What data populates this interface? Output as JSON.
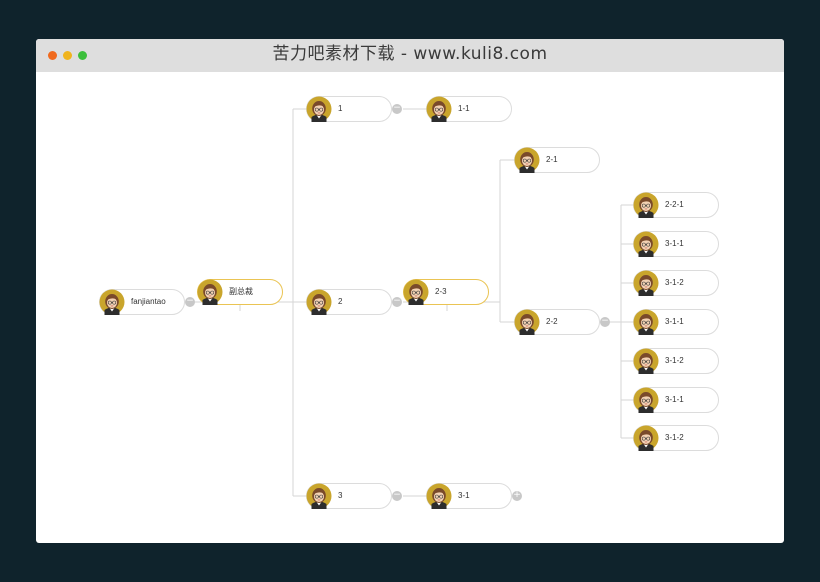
{
  "window": {
    "title": "苦力吧素材下载 - www.kuli8.com"
  },
  "icons": {
    "avatar": "user-avatar-icon",
    "collapse": "collapse-minus-icon",
    "expand": "expand-plus-icon"
  },
  "colors": {
    "highlight_border": "#eac453",
    "node_border": "#dcdcdc",
    "toggle": "#c8c8c8",
    "page_bg": "#0f232c"
  },
  "org": {
    "root": {
      "label": "fanjiantao",
      "toggle": "−"
    },
    "assistant": {
      "label": "副总裁"
    },
    "n1": {
      "label": "1",
      "toggle": "−"
    },
    "n1_1": {
      "label": "1-1"
    },
    "n2": {
      "label": "2",
      "toggle": "−"
    },
    "n2_3": {
      "label": "2-3"
    },
    "n2_1": {
      "label": "2-1"
    },
    "n2_2": {
      "label": "2-2",
      "toggle": "−"
    },
    "n2_2_children": [
      "2-2-1",
      "3-1-1",
      "3-1-2",
      "3-1-1",
      "3-1-2",
      "3-1-1",
      "3-1-2"
    ],
    "n3": {
      "label": "3",
      "toggle": "−"
    },
    "n3_1": {
      "label": "3-1",
      "toggle": "+"
    }
  }
}
